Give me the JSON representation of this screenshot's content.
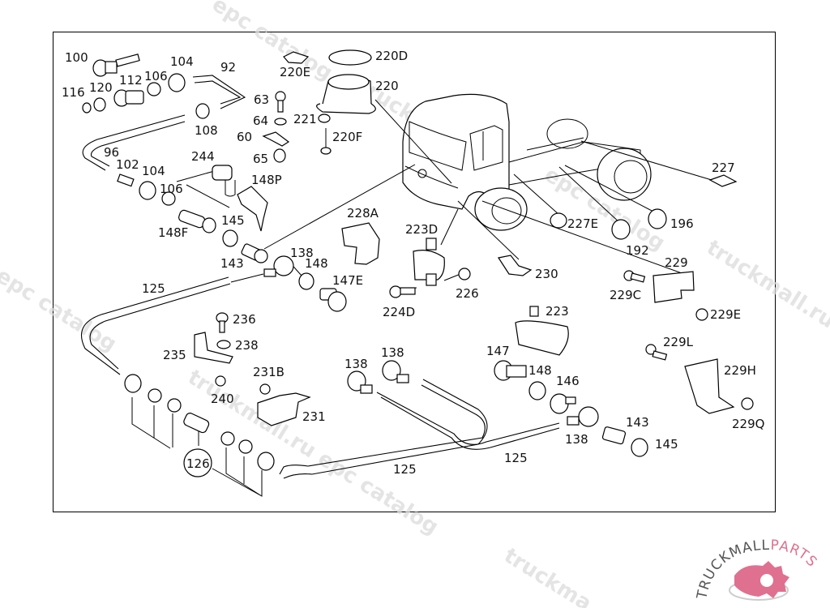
{
  "diagram": {
    "title": "Truck chassis pipe routing parts diagram",
    "callout_circle_label": "126",
    "labels": [
      "100",
      "116",
      "120",
      "112",
      "106",
      "104",
      "92",
      "108",
      "63",
      "64",
      "60",
      "65",
      "221",
      "220E",
      "220D",
      "220",
      "220F",
      "96",
      "102",
      "104",
      "106",
      "244",
      "148P",
      "148F",
      "145",
      "143",
      "138",
      "148",
      "147E",
      "228A",
      "223D",
      "224D",
      "226",
      "230",
      "227",
      "227E",
      "192",
      "196",
      "229",
      "229C",
      "229E",
      "223",
      "125",
      "236",
      "238",
      "235",
      "240",
      "231B",
      "231",
      "138",
      "138",
      "147",
      "148",
      "146",
      "229L",
      "229H",
      "229Q",
      "138",
      "143",
      "145",
      "125",
      "125"
    ]
  },
  "watermark": {
    "texts": [
      "epc catalog",
      "truckmall.ru",
      "epc catalog",
      "truckmall.ru epc catalog",
      "truckmall.ru e",
      "u epc catalog",
      "truckmall.ru epc catalog",
      "truckma"
    ]
  },
  "logo": {
    "left_text": "TRUCKMALL",
    "right_text": "PARTS",
    "left_color": "#555555",
    "right_color": "#e0708c",
    "gear_color": "#e07090"
  }
}
